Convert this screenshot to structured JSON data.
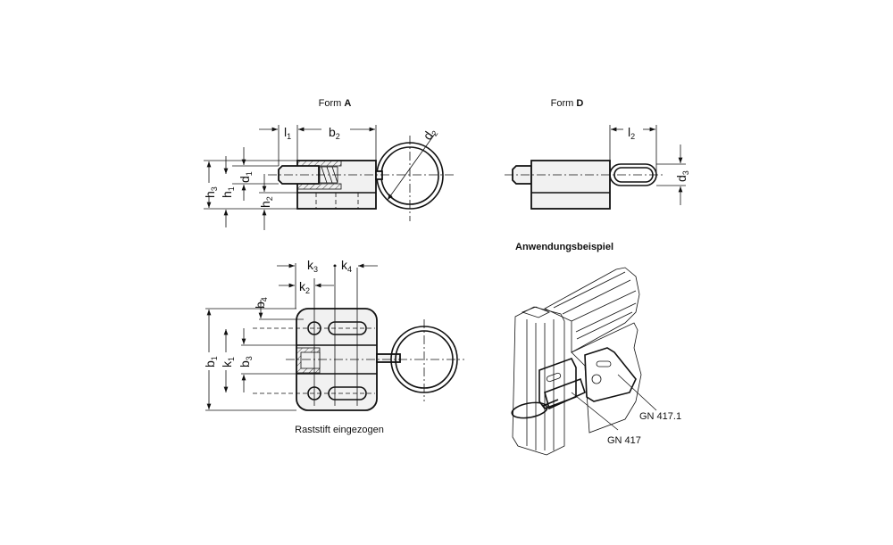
{
  "form_a": {
    "title_prefix": "Form ",
    "title_letter": "A",
    "dims": {
      "l1": "l",
      "l1_sub": "1",
      "b2": "b",
      "b2_sub": "2",
      "d2": "d",
      "d2_sub": "2",
      "h3": "h",
      "h3_sub": "3",
      "h1": "h",
      "h1_sub": "1",
      "d1": "d",
      "d1_sub": "1",
      "h2": "h",
      "h2_sub": "2"
    }
  },
  "form_d": {
    "title_prefix": "Form ",
    "title_letter": "D",
    "dims": {
      "l2": "l",
      "l2_sub": "2",
      "d3": "d",
      "d3_sub": "3"
    }
  },
  "top_view": {
    "caption": "Raststift eingezogen",
    "dims": {
      "k3": "k",
      "k3_sub": "3",
      "k4": "k",
      "k4_sub": "4",
      "k2": "k",
      "k2_sub": "2",
      "b4": "b",
      "b4_sub": "4",
      "b1": "b",
      "b1_sub": "1",
      "k1": "k",
      "k1_sub": "1",
      "b3": "b",
      "b3_sub": "3"
    }
  },
  "application": {
    "title": "Anwendungsbeispiel",
    "label_gn4171": "GN 417.1",
    "label_gn417": "GN 417"
  }
}
